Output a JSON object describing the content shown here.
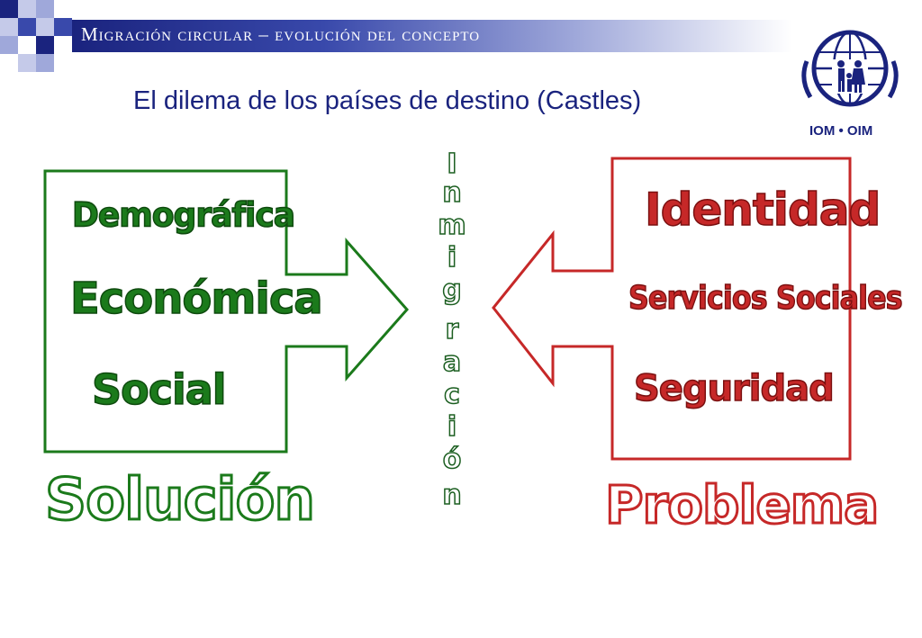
{
  "header": {
    "title": "Migración circular – evolución del concepto"
  },
  "subtitle": "El dilema de los países de destino (Castles)",
  "logo": {
    "icon": "iom-globe-family-icon",
    "text": "IOM • OIM"
  },
  "left_box": {
    "items": [
      "Demográfica",
      "Económica",
      "Social"
    ],
    "color": "#1b7a1b",
    "caption": "Solución"
  },
  "right_box": {
    "items": [
      "Identidad",
      "Servicios Sociales",
      "Seguridad"
    ],
    "color": "#c62828",
    "caption": "Problema"
  },
  "center": {
    "letters": [
      "I",
      "n",
      "m",
      "i",
      "g",
      "r",
      "a",
      "c",
      "i",
      "ó",
      "n"
    ],
    "color": "#1b5e20"
  },
  "colors": {
    "header_dark": "#1a237e",
    "header_mid": "#3949ab",
    "corner_light": "#c5cae9"
  }
}
